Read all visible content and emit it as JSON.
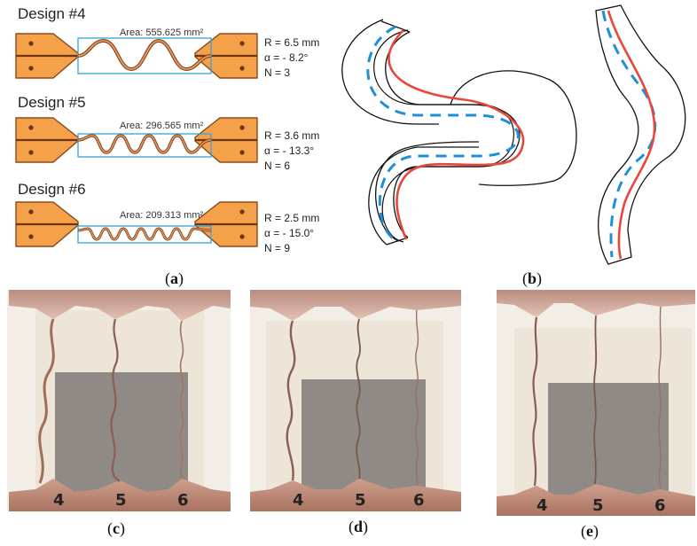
{
  "designs": [
    {
      "title": "Design #4",
      "area": "Area: 555.625 mm²",
      "r": "R = 6.5 mm",
      "alpha": "α = - 8.2°",
      "n": "N = 3"
    },
    {
      "title": "Design #5",
      "area": "Area: 296.565 mm²",
      "r": "R = 3.6 mm",
      "alpha": "α = - 13.3°",
      "n": "N = 6"
    },
    {
      "title": "Design #6",
      "area": "Area: 209.313 mm²",
      "r": "R = 2.5 mm",
      "alpha": "α = - 15.0°",
      "n": "N = 9"
    }
  ],
  "panels": {
    "a": "a",
    "b": "b",
    "c": "c",
    "d": "d",
    "e": "e"
  },
  "photo_labels": [
    "4",
    "5",
    "6"
  ],
  "colors": {
    "pad": "#f4a14a",
    "pad_stroke": "#8b4a1e",
    "area_box": "#3aa0dc",
    "centerline": "#e8473a",
    "dash": "#1e90d8",
    "copper": "#c58a74",
    "board": "#f1ece3",
    "backdrop": "#8f8a86"
  }
}
